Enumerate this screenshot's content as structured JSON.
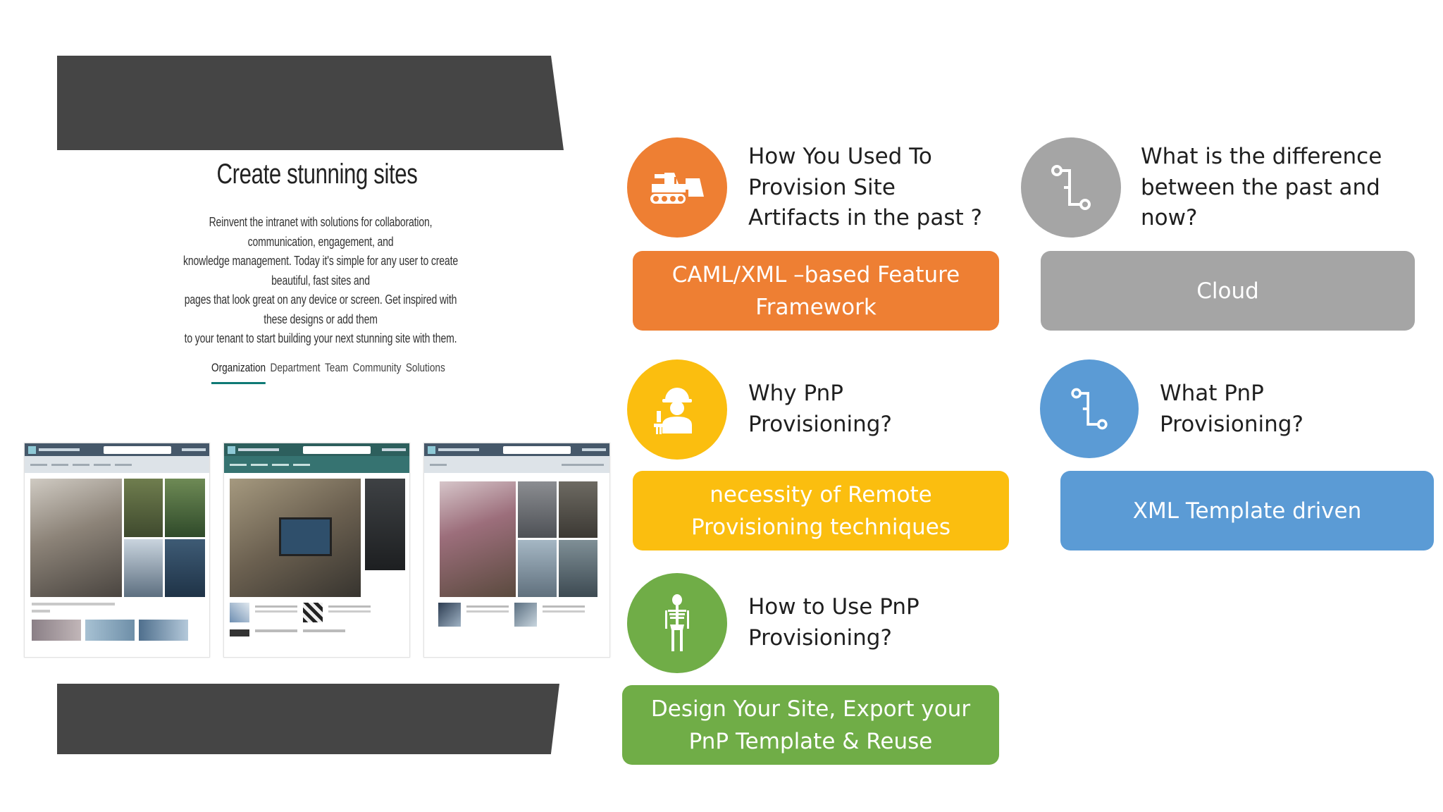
{
  "hero": {
    "title": "Create stunning sites",
    "description_lines": [
      "Reinvent the intranet with solutions for collaboration, communication, engagement, and",
      "knowledge management. Today it's simple for any user to create beautiful, fast sites and",
      "pages that look great on any device or screen. Get inspired with these designs or add them",
      "to your tenant to start building your next stunning site with them."
    ]
  },
  "categories": [
    "Organization",
    "Department",
    "Team",
    "Community",
    "Solutions"
  ],
  "topics": {
    "past": {
      "lines": [
        "How You Used To",
        "Provision Site",
        "Artifacts in the past ?"
      ],
      "answer_lines": [
        "CAML/XML –based Feature",
        "Framework"
      ],
      "icon": "bulldozer-icon",
      "color": "#ee7f33"
    },
    "difference": {
      "lines": [
        "What is the difference",
        "between the past and",
        "now?"
      ],
      "answer_lines": [
        "Cloud"
      ],
      "icon": "flow-connector-icon",
      "color": "#a5a5a5"
    },
    "why": {
      "lines": [
        "Why PnP",
        "Provisioning?"
      ],
      "answer_lines": [
        "necessity of Remote",
        "Provisioning techniques"
      ],
      "icon": "construction-worker-icon",
      "color": "#fbbe0f"
    },
    "what": {
      "lines": [
        "What PnP",
        "Provisioning?"
      ],
      "answer_lines": [
        "XML Template driven"
      ],
      "icon": "flow-connector-icon",
      "color": "#5b9bd5"
    },
    "how": {
      "lines": [
        "How to Use PnP",
        "Provisioning?"
      ],
      "answer_lines": [
        "Design Your Site, Export your",
        "PnP Template & Reuse"
      ],
      "icon": "skeleton-icon",
      "color": "#70ad47"
    }
  }
}
